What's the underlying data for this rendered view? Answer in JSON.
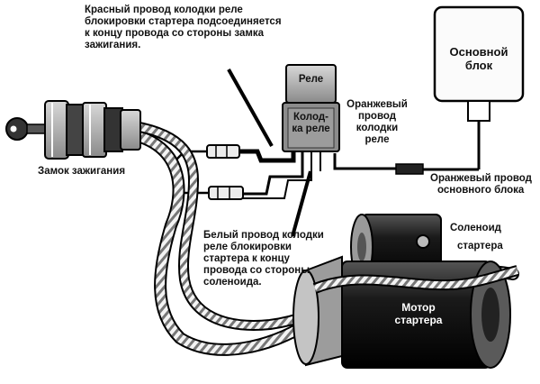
{
  "labels": {
    "red_wire_note": [
      "Красный провод колодки реле",
      "блокировки стартера подсоединяется",
      "к концу провода со стороны замка",
      "зажигания."
    ],
    "main_unit": [
      "Основной",
      "блок"
    ],
    "relay": "Реле",
    "relay_connector": [
      "Колод-",
      "ка реле"
    ],
    "orange_relay_wire": [
      "Оранжевый",
      "провод",
      "колодки",
      "реле"
    ],
    "orange_main_wire": [
      "Оранжевый провод",
      "основного блока"
    ],
    "ignition_lock": "Замок зажигания",
    "white_wire_note": [
      "Белый провод колодки",
      "реле блокировки",
      "стартера к концу",
      "провода со стороны",
      "соленоида."
    ],
    "solenoid": [
      "Соленоид",
      "стартера"
    ],
    "starter_motor": [
      "Мотор",
      "стартера"
    ]
  }
}
